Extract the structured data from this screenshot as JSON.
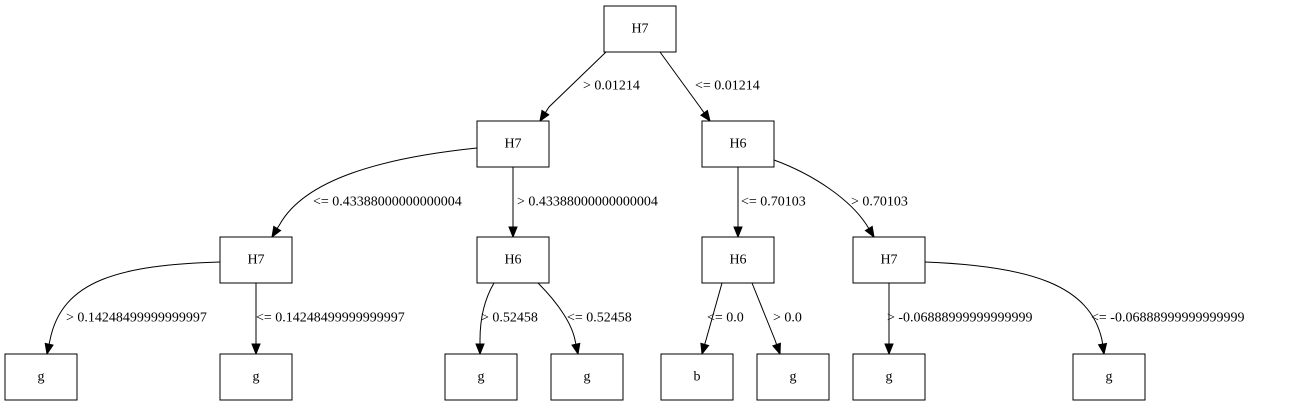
{
  "diagram": {
    "nodes": [
      {
        "id": "n0",
        "label": "H7"
      },
      {
        "id": "n1",
        "label": "H7"
      },
      {
        "id": "n2",
        "label": "H6"
      },
      {
        "id": "n3",
        "label": "H7"
      },
      {
        "id": "n4",
        "label": "H6"
      },
      {
        "id": "n5",
        "label": "H6"
      },
      {
        "id": "n6",
        "label": "H7"
      },
      {
        "id": "n7",
        "label": "g"
      },
      {
        "id": "n8",
        "label": "g"
      },
      {
        "id": "n9",
        "label": "g"
      },
      {
        "id": "n10",
        "label": "g"
      },
      {
        "id": "n11",
        "label": "b"
      },
      {
        "id": "n12",
        "label": "g"
      },
      {
        "id": "n13",
        "label": "g"
      },
      {
        "id": "n14",
        "label": "g"
      }
    ],
    "edges": [
      {
        "from": "n0",
        "to": "n1",
        "label": "> 0.01214"
      },
      {
        "from": "n0",
        "to": "n2",
        "label": "<= 0.01214"
      },
      {
        "from": "n1",
        "to": "n3",
        "label": "<= 0.43388000000000004"
      },
      {
        "from": "n1",
        "to": "n4",
        "label": "> 0.43388000000000004"
      },
      {
        "from": "n2",
        "to": "n5",
        "label": "<= 0.70103"
      },
      {
        "from": "n2",
        "to": "n6",
        "label": "> 0.70103"
      },
      {
        "from": "n3",
        "to": "n7",
        "label": "> 0.14248499999999997"
      },
      {
        "from": "n3",
        "to": "n8",
        "label": "<= 0.14248499999999997"
      },
      {
        "from": "n4",
        "to": "n9",
        "label": "> 0.52458"
      },
      {
        "from": "n4",
        "to": "n10",
        "label": "<= 0.52458"
      },
      {
        "from": "n5",
        "to": "n11",
        "label": "<= 0.0"
      },
      {
        "from": "n5",
        "to": "n12",
        "label": "> 0.0"
      },
      {
        "from": "n6",
        "to": "n13",
        "label": "> -0.06888999999999999"
      },
      {
        "from": "n6",
        "to": "n14",
        "label": "<= -0.06888999999999999"
      }
    ]
  }
}
